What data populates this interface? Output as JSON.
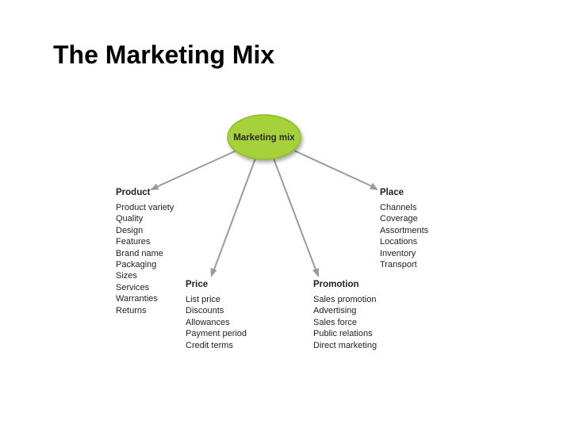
{
  "title": "The Marketing Mix",
  "diagram": {
    "hub": {
      "label": "Marketing mix",
      "fill_color": "#a6d13a",
      "stroke_color": "#8cbc28"
    },
    "arrow_color": "#9a9a9a",
    "groups": [
      {
        "key": "product",
        "heading": "Product",
        "items": [
          "Product variety",
          "Quality",
          "Design",
          "Features",
          "Brand name",
          "Packaging",
          "Sizes",
          "Services",
          "Warranties",
          "Returns"
        ]
      },
      {
        "key": "price",
        "heading": "Price",
        "items": [
          "List price",
          "Discounts",
          "Allowances",
          "Payment period",
          "Credit terms"
        ]
      },
      {
        "key": "promotion",
        "heading": "Promotion",
        "items": [
          "Sales promotion",
          "Advertising",
          "Sales force",
          "Public relations",
          "Direct marketing"
        ]
      },
      {
        "key": "place",
        "heading": "Place",
        "items": [
          "Channels",
          "Coverage",
          "Assortments",
          "Locations",
          "Inventory",
          "Transport"
        ]
      }
    ]
  }
}
